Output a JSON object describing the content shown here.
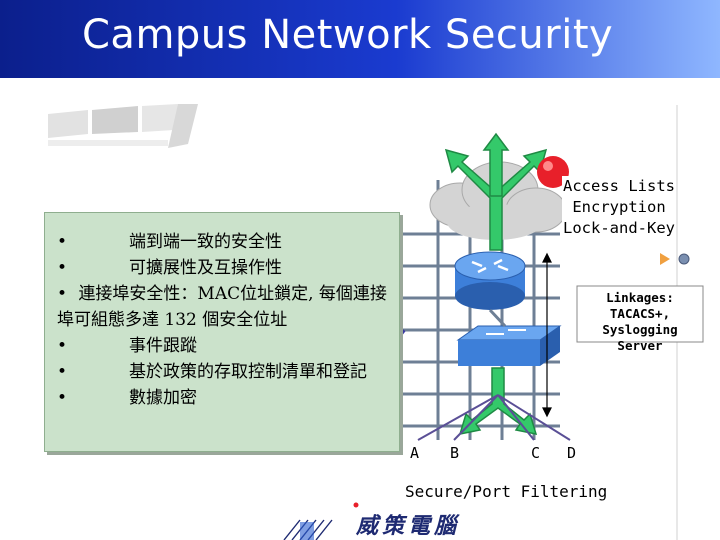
{
  "slide": {
    "title": "Campus Network Security"
  },
  "text_box": {
    "items": [
      {
        "bullet": "•",
        "text": "端到端一致的安全性",
        "indent": true
      },
      {
        "bullet": "•",
        "text": "可擴展性及互操作性",
        "indent": true
      },
      {
        "bullet": "•",
        "text": "連接埠安全性：MAC位址鎖定, 每個連接埠可組態多達 132 個安全位址",
        "indent": false
      },
      {
        "bullet": "•",
        "text": "事件跟蹤",
        "indent": true
      },
      {
        "bullet": "•",
        "text": "基於政策的存取控制清單和登記",
        "indent": true
      },
      {
        "bullet": "•",
        "text": "數據加密",
        "indent": true
      }
    ]
  },
  "callouts": {
    "access": {
      "line1": "Access Lists",
      "line2": "Encryption",
      "line3": "Lock-and-Key"
    },
    "linkages": {
      "line1": "Linkages:",
      "line2": "TACACS+,",
      "line3": "Syslogging Server"
    }
  },
  "ports": {
    "a": "A",
    "b": "B",
    "c": "C",
    "d": "D"
  },
  "footer": {
    "filter_label": "Secure/Port Filtering",
    "brand": "威策電腦"
  },
  "colors": {
    "title_bg": "#1a3bd0",
    "text_box_bg": "#cbe2cb",
    "router_blue": "#3d7fd9",
    "arrow_green": "#34c96a",
    "alarm_red": "#e8202a"
  }
}
